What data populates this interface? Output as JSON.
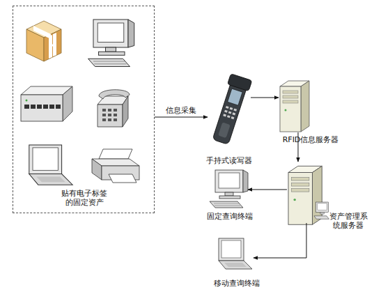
{
  "diagram": {
    "nodes": [
      {
        "text": [
          "贴有电子标签的固定资产"
        ]
      },
      {
        "text": [
          "手持式读写器"
        ]
      },
      {
        "text": [
          "RFID信息服务器"
        ]
      },
      {
        "text": [
          "资产管理系统服务器"
        ]
      },
      {
        "text": [
          "固定查询终端"
        ]
      },
      {
        "text": [
          "移动查询终端"
        ]
      }
    ],
    "edges": [
      {
        "from": 0,
        "to": 1,
        "label": "信息采集",
        "arrow": "to"
      },
      {
        "from": 1,
        "to": 2,
        "arrow": "to"
      },
      {
        "from": 2,
        "to": 3,
        "arrow": "to"
      },
      {
        "from": 3,
        "to": 4,
        "arrow": "to"
      },
      {
        "from": 3,
        "to": 5,
        "arrow": "to"
      }
    ]
  }
}
